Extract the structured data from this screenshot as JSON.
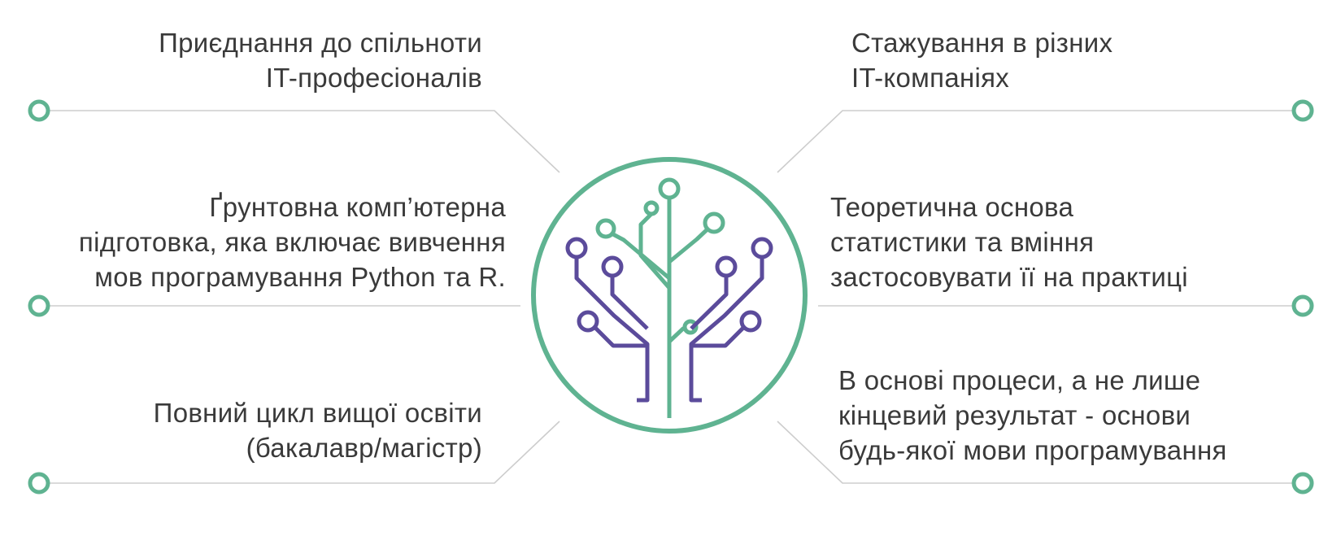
{
  "colors": {
    "green": "#5fb391",
    "purple": "#5b4b9b",
    "line": "#cdcdcd",
    "text": "#3a3a3a"
  },
  "icons": [
    "circuit-tree-icon",
    "node-ring-icon"
  ],
  "features": {
    "left": [
      {
        "lines": [
          "Приєднання до спільноти",
          "IT-професіоналів"
        ]
      },
      {
        "lines": [
          "Ґрунтовна комп’ютерна",
          "підготовка, яка включає вивчення",
          "мов програмування Python та R."
        ]
      },
      {
        "lines": [
          "Повний цикл вищої освіти",
          "(бакалавр/магістр)"
        ]
      }
    ],
    "right": [
      {
        "lines": [
          "Стажування в різних",
          "IT-компаніях"
        ]
      },
      {
        "lines": [
          "Теоретична основа",
          "статистики та вміння",
          "застосовувати її на практиці"
        ]
      },
      {
        "lines": [
          "В основі процеси, а не лише",
          "кінцевий результат  - основи",
          "будь-якої мови програмування"
        ]
      }
    ]
  }
}
